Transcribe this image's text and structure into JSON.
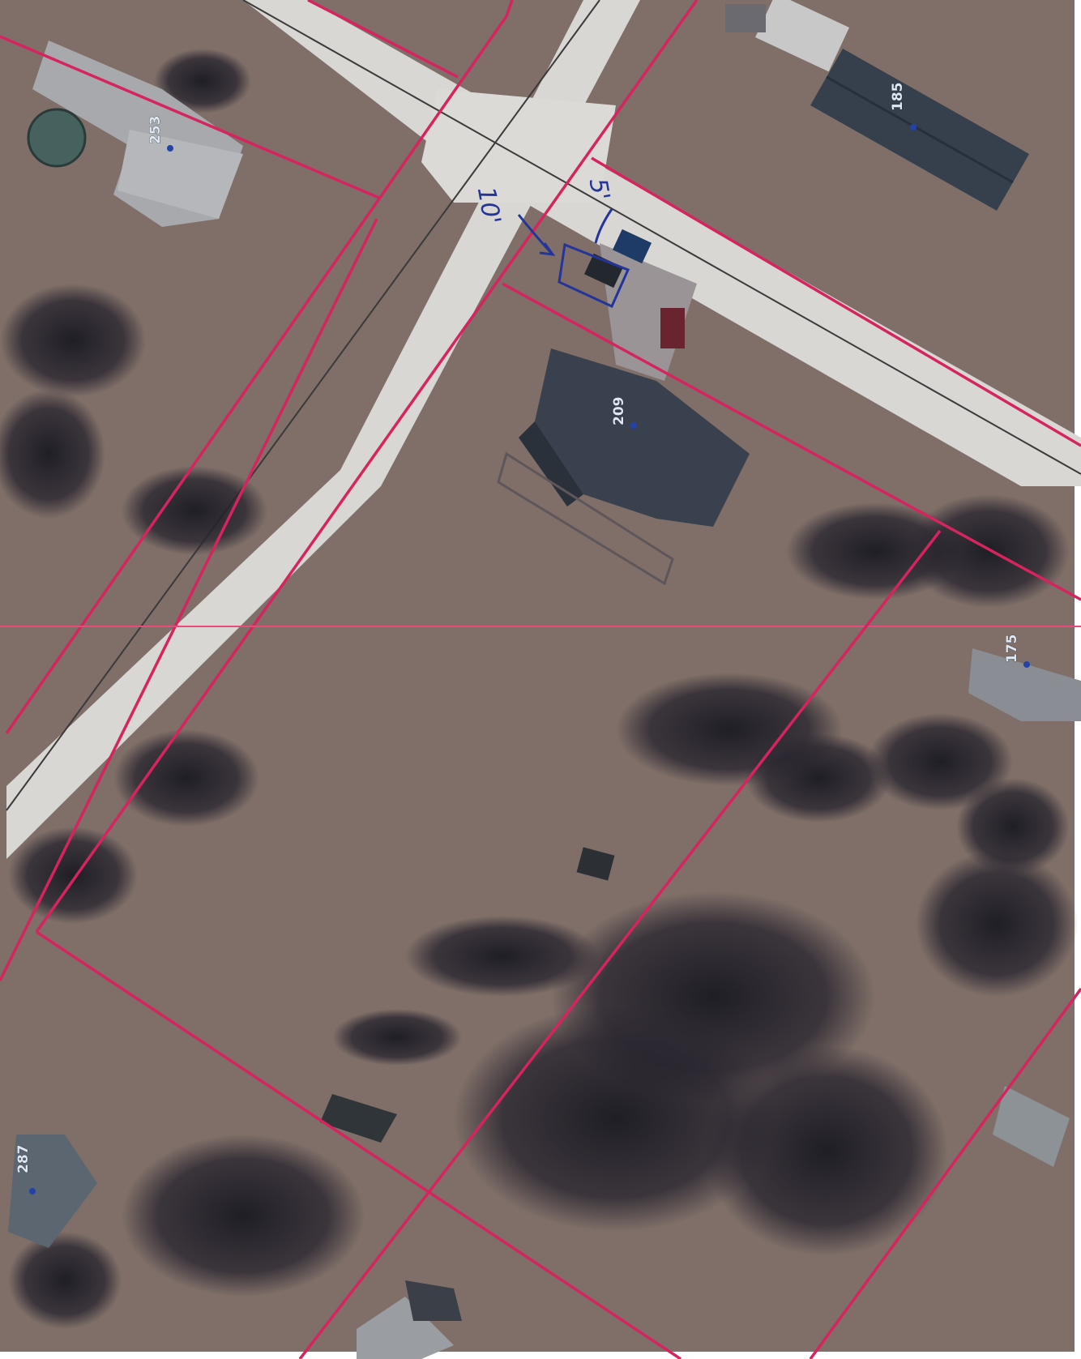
{
  "map": {
    "parcel_labels": [
      {
        "id": "253",
        "text": "253"
      },
      {
        "id": "185",
        "text": "185"
      },
      {
        "id": "209",
        "text": "209"
      },
      {
        "id": "175",
        "text": "175"
      },
      {
        "id": "287",
        "text": "287"
      }
    ],
    "annotations": [
      {
        "id": "dim-left",
        "text": "10'"
      },
      {
        "id": "dim-right",
        "text": "5'"
      }
    ],
    "colors": {
      "parcel_line": "#d6245e",
      "grass": "#7a6a64",
      "road": "#d9d7d3",
      "pen": "#23349a"
    }
  }
}
